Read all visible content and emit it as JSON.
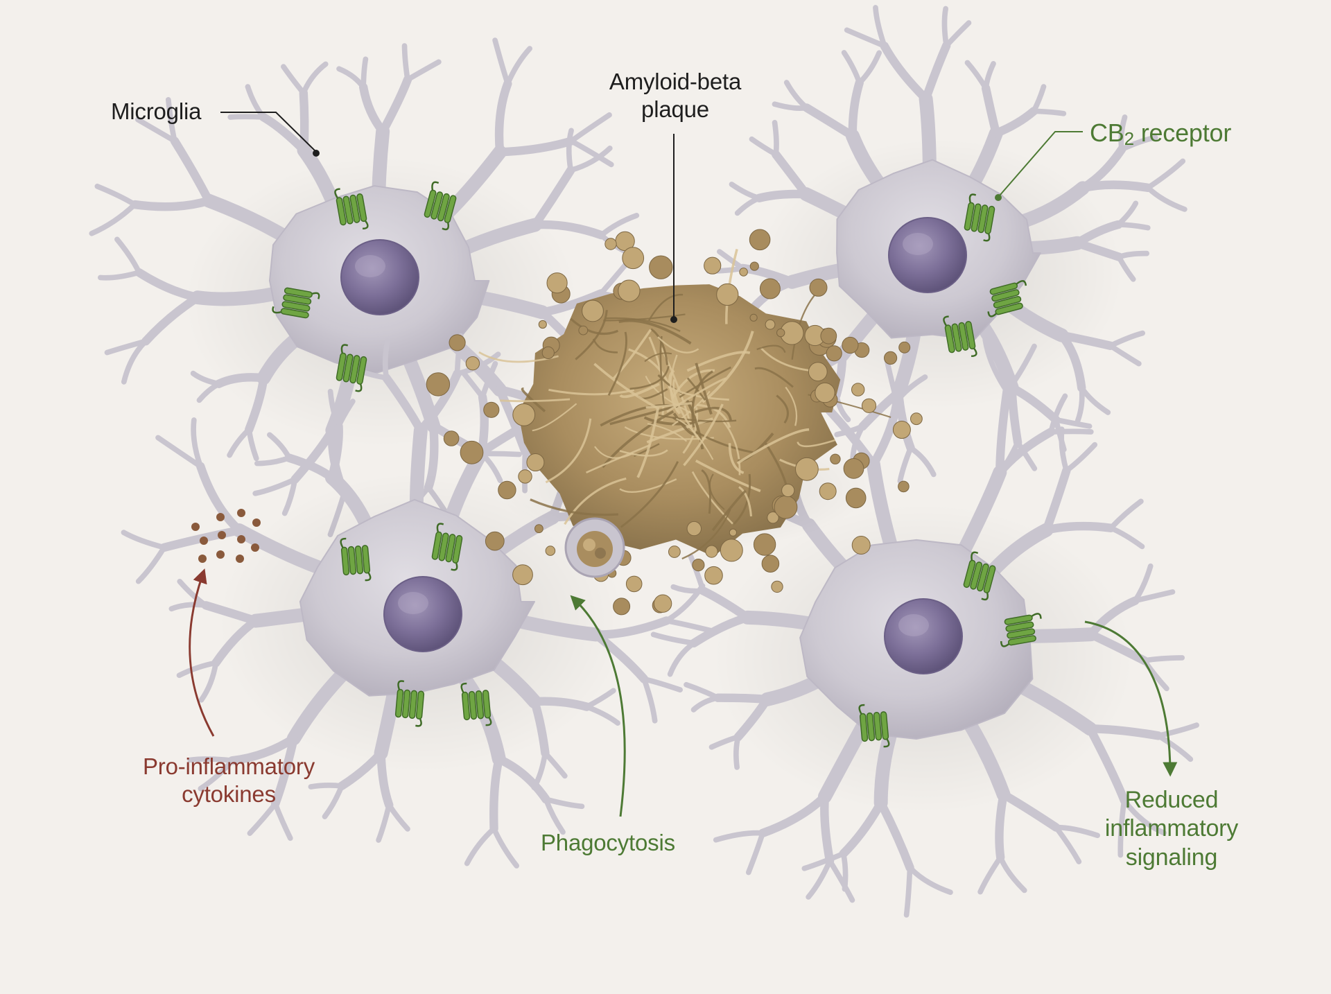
{
  "labels": {
    "microglia": "Microglia",
    "plaque": "Amyloid-beta\nplaque",
    "cb2_prefix": "CB",
    "cb2_sub": "2",
    "cb2_suffix": " receptor",
    "cytokines": "Pro-inflammatory\ncytokines",
    "phagocytosis": "Phagocytosis",
    "reduced": "Reduced\ninflammatory\nsignaling"
  },
  "colors": {
    "background": "#f3f0ec",
    "cell_body": "#cfcbd4",
    "nucleus": "#7b6e98",
    "receptor": "#6fa543",
    "plaque": "#a98f62",
    "label_dark": "#1e1e1e",
    "label_green": "#4d7a34",
    "label_red": "#8a3a30"
  },
  "icons": [
    "microglia-cell",
    "cb2-receptor-icon",
    "amyloid-plaque",
    "cytokine-dots",
    "arrow-icon"
  ]
}
